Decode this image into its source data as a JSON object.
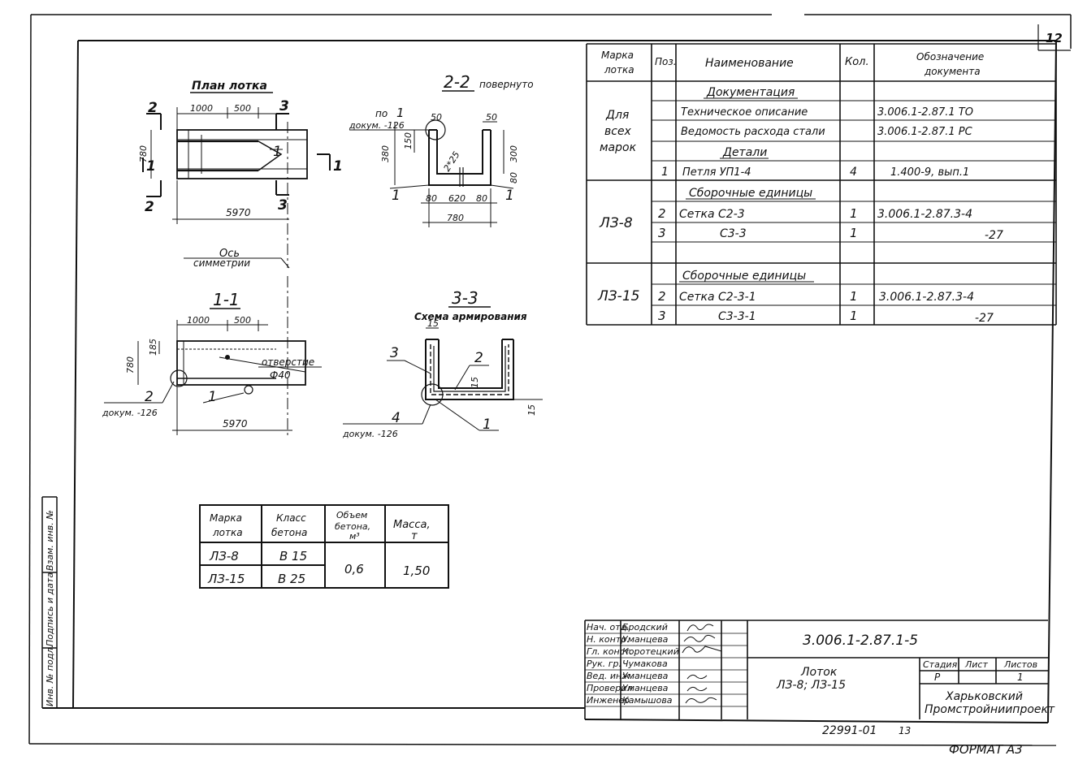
{
  "sheet": {
    "number": "12",
    "format": "ФОРМАТ А3",
    "archive_number": "22991-01",
    "copy_number": "13"
  },
  "left_strip": {
    "inv_no": "Инв. № подл.",
    "sign_date": "Подпись и дата",
    "replace_inv": "Взам. инв. №"
  },
  "views": {
    "plan_title": "План лотка",
    "section22_title": "2-2",
    "section22_note": "повернуто",
    "section11_title": "1-1",
    "section33_title": "3-3",
    "section33_subtitle": "Схема армирования",
    "axis_label_1": "Ось",
    "axis_label_2": "симметрии",
    "hole_label_1": "отверстие",
    "hole_label_2": "Ф40"
  },
  "dims": {
    "d1000": "1000",
    "d500": "500",
    "d5970": "5970",
    "d780": "780",
    "d50": "50",
    "d150": "150",
    "d380": "380",
    "d300": "300",
    "d80": "80",
    "d620": "620",
    "d225": "2*25",
    "d15": "15",
    "d185": "185"
  },
  "callouts": {
    "m1": "1",
    "m2": "2",
    "m3": "3",
    "m4": "4",
    "sec1": "1",
    "sec2": "2",
    "sec3": "3",
    "po1": "по",
    "dok126": "докум. -126",
    "dok126b": "докум. -126"
  },
  "spec": {
    "headers": [
      "Марка лотка",
      "Поз.",
      "Наименование",
      "Кол.",
      "Обозначение документа"
    ],
    "sections": {
      "documentation": "Документация",
      "details": "Детали",
      "assembly_1": "Сборочные единицы",
      "assembly_2": "Сборочные единицы"
    },
    "mark_all": [
      "Для",
      "всех",
      "марок"
    ],
    "rows": [
      {
        "mark": "",
        "pos": "",
        "name": "Техническое описание",
        "qty": "",
        "doc": "3.006.1-2.87.1 ТО"
      },
      {
        "mark": "",
        "pos": "",
        "name": "Ведомость расхода стали",
        "qty": "",
        "doc": "3.006.1-2.87.1 РС"
      },
      {
        "mark": "",
        "pos": "1",
        "name": "Петля УП1-4",
        "qty": "4",
        "doc": "1.400-9, вып.1"
      },
      {
        "mark": "ЛЗ-8",
        "pos": "2",
        "name": "Сетка С2-3",
        "qty": "1",
        "doc": "3.006.1-2.87.3-4"
      },
      {
        "mark": "",
        "pos": "3",
        "name": "С3-3",
        "qty": "1",
        "doc": "-27"
      },
      {
        "mark": "ЛЗ-15",
        "pos": "2",
        "name": "Сетка С2-3-1",
        "qty": "1",
        "doc": "3.006.1-2.87.3-4"
      },
      {
        "mark": "",
        "pos": "3",
        "name": "С3-3-1",
        "qty": "1",
        "doc": "-27"
      }
    ]
  },
  "concrete": {
    "headers": [
      "Марка лотка",
      "Класс бетона",
      "Объем бетона, м³",
      "Масса, т"
    ],
    "rows": [
      {
        "mark": "ЛЗ-8",
        "class": "В 15"
      },
      {
        "mark": "ЛЗ-15",
        "class": "В 25"
      }
    ],
    "volume": "0,6",
    "mass": "1,50"
  },
  "title_block": {
    "roles": [
      "Нач. отд.",
      "Н. контр.",
      "Гл. конст.",
      "Рук. гр.",
      "Вед. инж.",
      "Проверил",
      "Инженер"
    ],
    "names": [
      "Бродский",
      "Уманцева",
      "Коротецкий",
      "Чумакова",
      "Уманцева",
      "Уманцева",
      "Камышова"
    ],
    "designation": "3.006.1-2.87.1-5",
    "product_1": "Лоток",
    "product_2": "ЛЗ-8; ЛЗ-15",
    "stage_label": "Стадия",
    "sheet_label": "Лист",
    "sheets_label": "Листов",
    "stage": "Р",
    "sheets": "1",
    "org_1": "Харьковский",
    "org_2": "Промстройниипроект"
  }
}
